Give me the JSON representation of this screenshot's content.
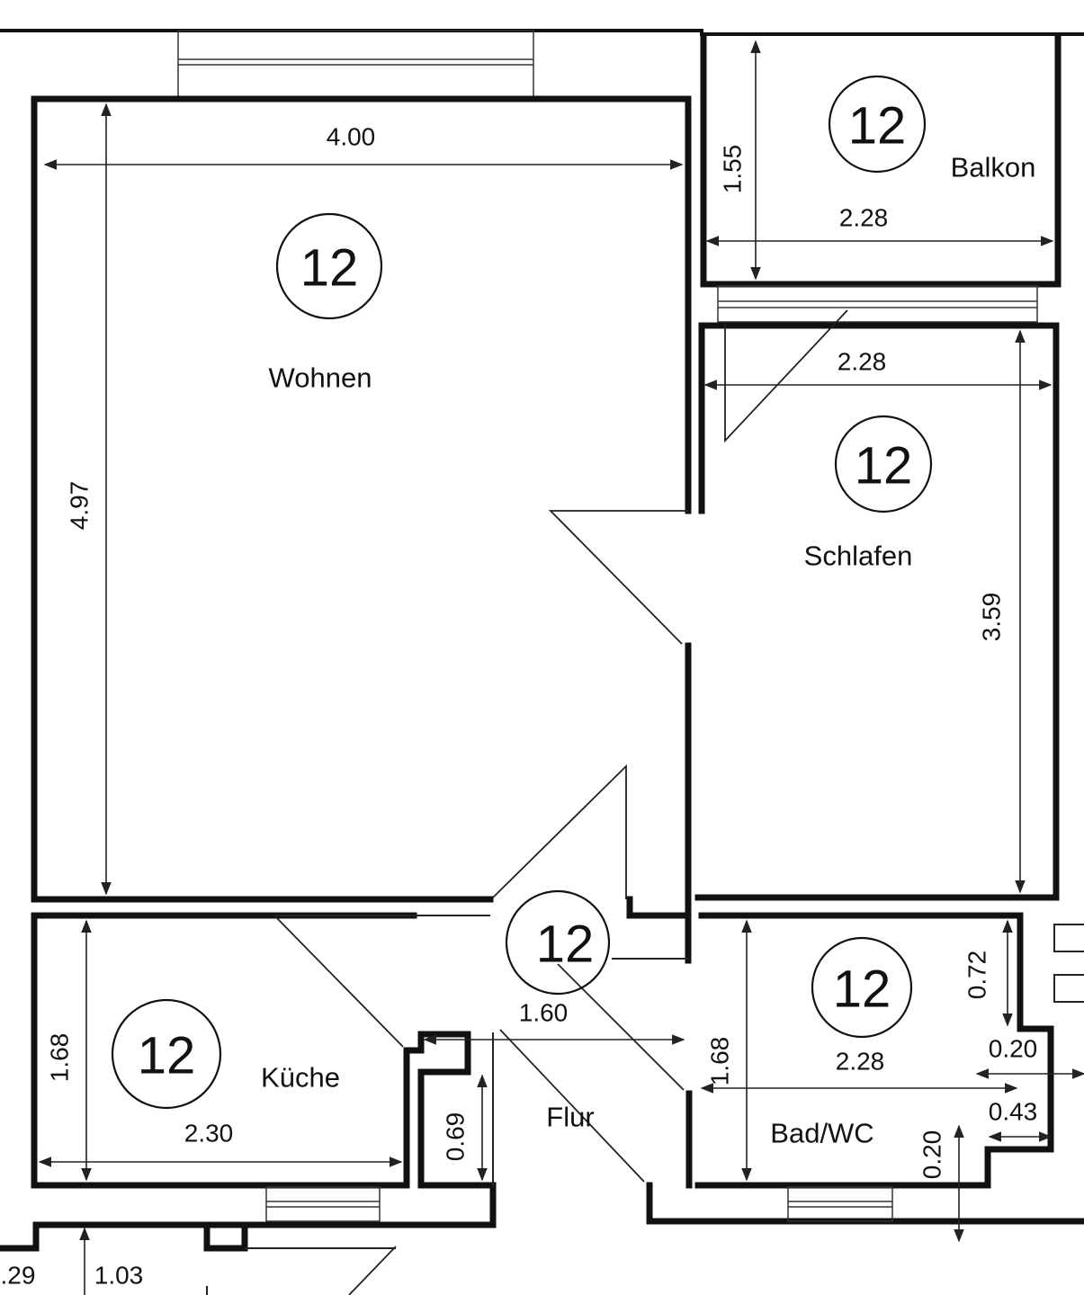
{
  "rooms": [
    {
      "number": "12",
      "label": "Wohnen"
    },
    {
      "number": "12",
      "label": "Balkon"
    },
    {
      "number": "12",
      "label": "Schlafen"
    },
    {
      "number": "12",
      "label": "Küche"
    },
    {
      "number": "12",
      "label": "Flur"
    },
    {
      "number": "12",
      "label": "Bad/WC"
    }
  ],
  "dimensions": {
    "wohnen_width": "4.00",
    "wohnen_depth": "4.97",
    "balkon_depth": "1.55",
    "balkon_width": "2.28",
    "schlafen_width": "2.28",
    "schlafen_depth": "3.59",
    "kueche_depth": "1.68",
    "kueche_width": "2.30",
    "flur_width": "1.60",
    "flur_niche": "0.69",
    "bad_depth": "1.68",
    "bad_width": "2.28",
    "bad_a": "0.72",
    "bad_b": "0.20",
    "bad_c": "0.43",
    "bad_d": "0.20",
    "bottom_a": ".29",
    "bottom_b": "1.03"
  }
}
